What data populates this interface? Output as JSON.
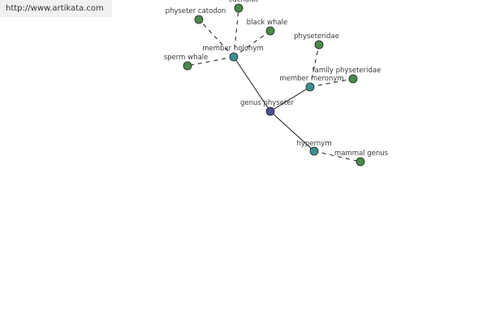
{
  "watermark": {
    "url": "http://www.artikata.com"
  },
  "colors": {
    "center_node": "#4a4f96",
    "relation_node": "#3e8f8f",
    "leaf_node": "#4a8a4a"
  },
  "graph": {
    "center": {
      "label": "genus physeter",
      "icon": "center-node"
    },
    "relations": [
      {
        "label": "member holonym",
        "icon": "relation-node"
      },
      {
        "label": "member meronym",
        "icon": "relation-node"
      },
      {
        "label": "hypernym",
        "icon": "relation-node"
      }
    ],
    "leaves": [
      {
        "label": "cachalot",
        "relation": "member holonym"
      },
      {
        "label": "physeter catodon",
        "relation": "member holonym"
      },
      {
        "label": "black whale",
        "relation": "member holonym"
      },
      {
        "label": "sperm whale",
        "relation": "member holonym"
      },
      {
        "label": "physeteridae",
        "relation": "member meronym"
      },
      {
        "label": "family physeteridae",
        "relation": "member meronym"
      },
      {
        "label": "mammal genus",
        "relation": "hypernym"
      }
    ]
  }
}
